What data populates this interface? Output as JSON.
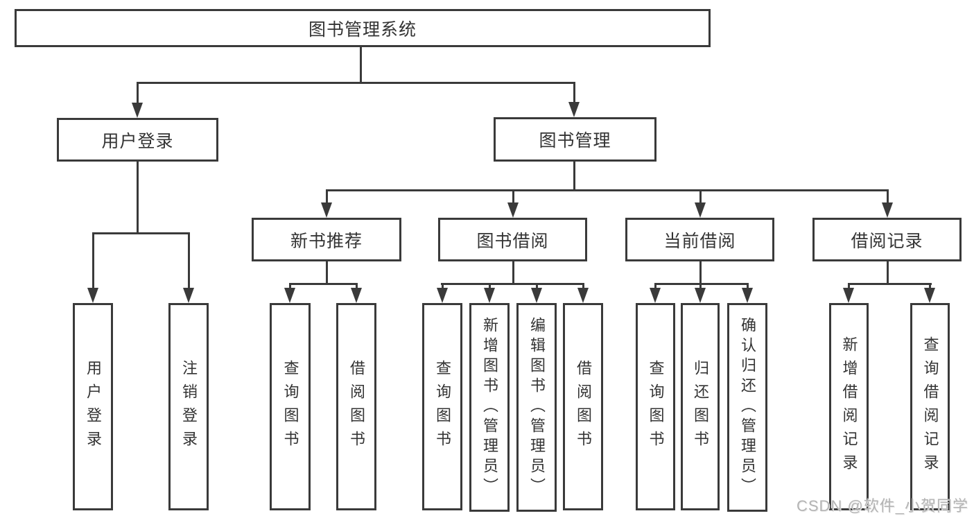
{
  "nodes": {
    "root": {
      "label": "图书管理系统"
    },
    "user_login": {
      "label": "用户登录"
    },
    "book_mgmt": {
      "label": "图书管理"
    },
    "new_book": {
      "label": "新书推荐"
    },
    "book_borrow": {
      "label": "图书借阅"
    },
    "current_borrow": {
      "label": "当前借阅"
    },
    "borrow_record": {
      "label": "借阅记录"
    },
    "leaf_user_login": {
      "label": "用户登录"
    },
    "leaf_logout": {
      "label": "注销登录"
    },
    "leaf_nb_query": {
      "label": "查询图书"
    },
    "leaf_nb_borrow": {
      "label": "借阅图书"
    },
    "leaf_bb_query": {
      "label": "查询图书"
    },
    "leaf_bb_add": {
      "label": "新增图书（管理员）"
    },
    "leaf_bb_edit": {
      "label": "编辑图书（管理员）"
    },
    "leaf_bb_borrow": {
      "label": "借阅图书"
    },
    "leaf_cb_query": {
      "label": "查询图书"
    },
    "leaf_cb_return": {
      "label": "归还图书"
    },
    "leaf_cb_confirm": {
      "label": "确认归还（管理员）"
    },
    "leaf_br_add": {
      "label": "新增借阅记录"
    },
    "leaf_br_query": {
      "label": "查询借阅记录"
    }
  },
  "hierarchy": {
    "图书管理系统": {
      "用户登录": [
        "用户登录",
        "注销登录"
      ],
      "图书管理": {
        "新书推荐": [
          "查询图书",
          "借阅图书"
        ],
        "图书借阅": [
          "查询图书",
          "新增图书（管理员）",
          "编辑图书（管理员）",
          "借阅图书"
        ],
        "当前借阅": [
          "查询图书",
          "归还图书",
          "确认归还（管理员）"
        ],
        "借阅记录": [
          "新增借阅记录",
          "查询借阅记录"
        ]
      }
    }
  },
  "watermark": {
    "text": "CSDN @软件_小贺同学"
  },
  "colors": {
    "line": "#3a3a3a",
    "text": "#333333",
    "background": "#ffffff",
    "watermark": "#b4b4b4"
  }
}
